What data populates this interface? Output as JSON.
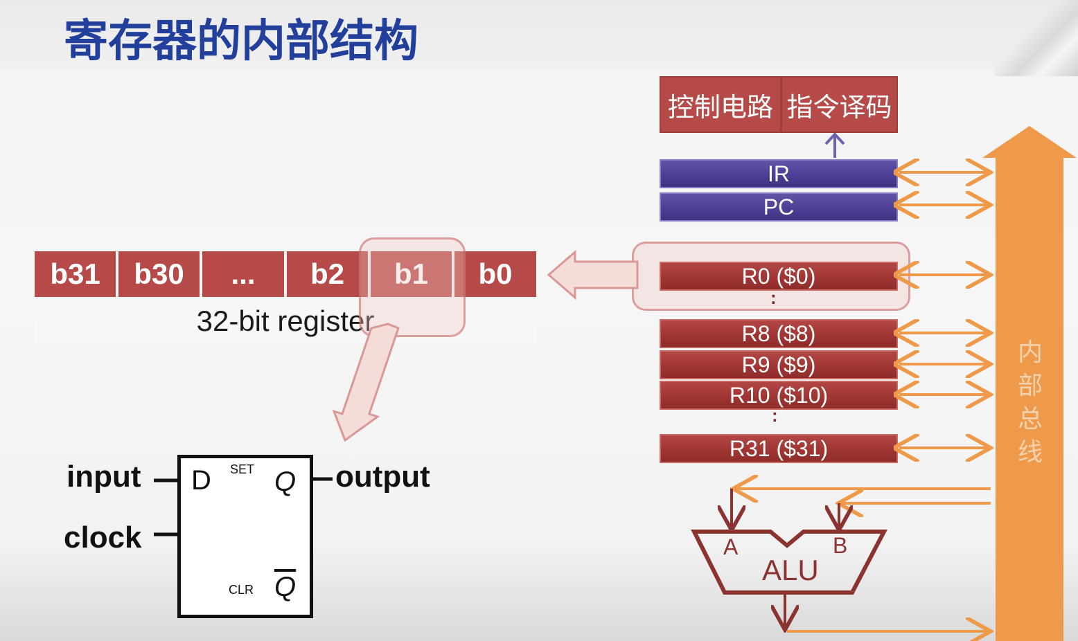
{
  "title": "寄存器的内部结构",
  "register": {
    "bits": [
      "b31",
      "b30",
      "...",
      "b2",
      "b1",
      "b0"
    ],
    "caption": "32-bit register"
  },
  "flipflop": {
    "input_label": "input",
    "clock_label": "clock",
    "output_label": "output",
    "d": "D",
    "set": "SET",
    "q": "Q",
    "clr": "CLR",
    "qbar": "Q"
  },
  "control": {
    "left": "控制电路",
    "right": "指令译码"
  },
  "registers": {
    "ir": "IR",
    "pc": "PC",
    "r0": "R0 ($0)",
    "r8": "R8 ($8)",
    "r9": "R9 ($9)",
    "r10": "R10 ($10)",
    "r31": "R31 ($31)",
    "dots": ":"
  },
  "alu": {
    "label": "ALU",
    "a": "A",
    "b": "B"
  },
  "bus": {
    "label": [
      "内",
      "部",
      "总",
      "线"
    ]
  },
  "colors": {
    "title": "#233f9c",
    "register_red": "#b54a48",
    "ir_pc_purple": "#4d3f95",
    "bus_orange": "#ef9a4a",
    "arrow_orange": "#ef9a4a",
    "alu_outline": "#8b3330"
  }
}
